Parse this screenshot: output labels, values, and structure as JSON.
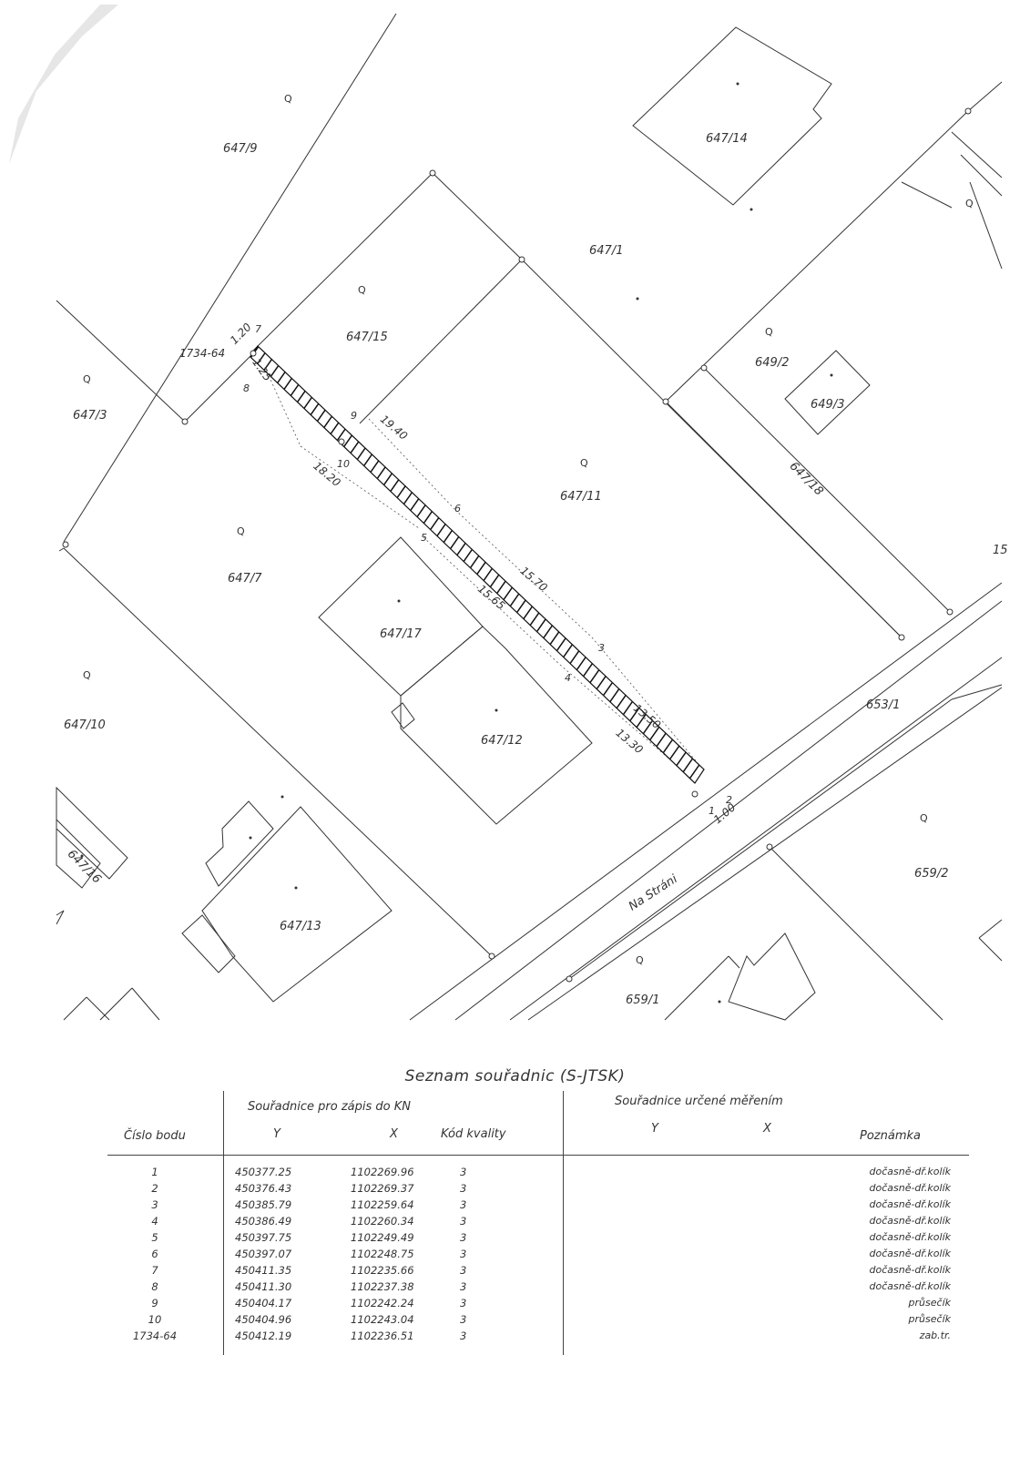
{
  "map": {
    "parcels": [
      {
        "id": "p1",
        "label": "647/9"
      },
      {
        "id": "p2",
        "label": "647/14"
      },
      {
        "id": "p3",
        "label": "647/1"
      },
      {
        "id": "p4",
        "label": "647/15"
      },
      {
        "id": "p5",
        "label": "649/2"
      },
      {
        "id": "p6",
        "label": "649/3"
      },
      {
        "id": "p7",
        "label": "647/3"
      },
      {
        "id": "p8",
        "label": "647/11"
      },
      {
        "id": "p9",
        "label": "647/18"
      },
      {
        "id": "p10",
        "label": "647/7"
      },
      {
        "id": "p11",
        "label": "647/17"
      },
      {
        "id": "p12",
        "label": "647/10"
      },
      {
        "id": "p13",
        "label": "647/12"
      },
      {
        "id": "p14",
        "label": "653/1"
      },
      {
        "id": "p15",
        "label": "647/16"
      },
      {
        "id": "p16",
        "label": "647/13"
      },
      {
        "id": "p17",
        "label": "659/2"
      },
      {
        "id": "p18",
        "label": "659/1"
      },
      {
        "id": "p19",
        "label": "15"
      }
    ],
    "street": "Na Stráni",
    "quality_mark": "Q",
    "boundary_point": "1734-64",
    "points": [
      "1",
      "2",
      "3",
      "4",
      "5",
      "6",
      "7",
      "8",
      "9",
      "10"
    ],
    "dimensions": [
      "1.20",
      "1.25",
      "19.40",
      "18.20",
      "15.70",
      "15.65",
      "13.50",
      "13.30",
      "1.00"
    ]
  },
  "table": {
    "title": "Seznam souřadnic (S-JTSK)",
    "col_number": "Číslo bodu",
    "group_kn": "Souřadnice pro zápis do KN",
    "group_measured": "Souřadnice určené měřením",
    "col_y": "Y",
    "col_x": "X",
    "col_quality": "Kód kvality",
    "col_my": "Y",
    "col_mx": "X",
    "col_note": "Poznámka",
    "rows": [
      {
        "num": "1",
        "y": "450377.25",
        "x": "1102269.96",
        "k": "3",
        "note": "dočasně-dř.kolík"
      },
      {
        "num": "2",
        "y": "450376.43",
        "x": "1102269.37",
        "k": "3",
        "note": "dočasně-dř.kolík"
      },
      {
        "num": "3",
        "y": "450385.79",
        "x": "1102259.64",
        "k": "3",
        "note": "dočasně-dř.kolík"
      },
      {
        "num": "4",
        "y": "450386.49",
        "x": "1102260.34",
        "k": "3",
        "note": "dočasně-dř.kolík"
      },
      {
        "num": "5",
        "y": "450397.75",
        "x": "1102249.49",
        "k": "3",
        "note": "dočasně-dř.kolík"
      },
      {
        "num": "6",
        "y": "450397.07",
        "x": "1102248.75",
        "k": "3",
        "note": "dočasně-dř.kolík"
      },
      {
        "num": "7",
        "y": "450411.35",
        "x": "1102235.66",
        "k": "3",
        "note": "dočasně-dř.kolík"
      },
      {
        "num": "8",
        "y": "450411.30",
        "x": "1102237.38",
        "k": "3",
        "note": "dočasně-dř.kolík"
      },
      {
        "num": "9",
        "y": "450404.17",
        "x": "1102242.24",
        "k": "3",
        "note": "průsečík"
      },
      {
        "num": "10",
        "y": "450404.96",
        "x": "1102243.04",
        "k": "3",
        "note": "průsečík"
      },
      {
        "num": "1734-64",
        "y": "450412.19",
        "x": "1102236.51",
        "k": "3",
        "note": "zab.tr."
      }
    ]
  }
}
